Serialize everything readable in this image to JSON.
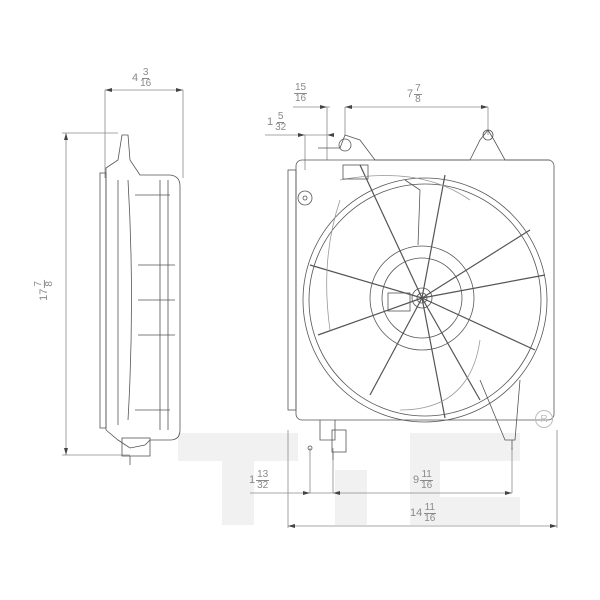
{
  "drawing": {
    "subject": "Radiator cooling fan assembly",
    "views": [
      "side-view",
      "front-view"
    ],
    "line_color": "#555555",
    "dimension_color": "#8a8a8a",
    "watermark": {
      "text": "TYC",
      "color": "#f1f1f1"
    },
    "registered_mark": "R"
  },
  "dimensions": {
    "side_depth": {
      "whole": "4",
      "num": "3",
      "den": "16"
    },
    "overall_height": {
      "whole": "17",
      "num": "7",
      "den": "8"
    },
    "top_offset_a": {
      "whole": "",
      "num": "15",
      "den": "16"
    },
    "top_offset_b": {
      "whole": "1",
      "num": "5",
      "den": "32"
    },
    "top_mount_spacing": {
      "whole": "7",
      "num": "7",
      "den": "8"
    },
    "bottom_offset": {
      "whole": "1",
      "num": "13",
      "den": "32"
    },
    "bottom_mount_spacing": {
      "whole": "9",
      "num": "11",
      "den": "16"
    },
    "overall_width": {
      "whole": "14",
      "num": "11",
      "den": "16"
    }
  }
}
